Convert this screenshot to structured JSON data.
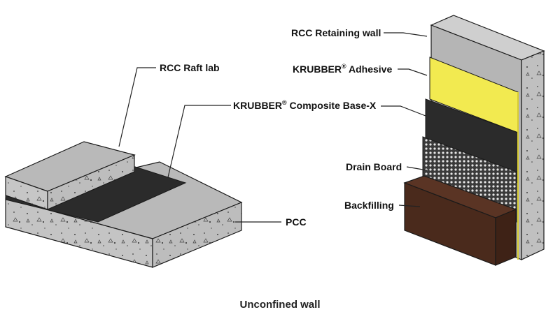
{
  "labels": {
    "raft": "RCC Raft lab",
    "base_brand": "KRUBBER",
    "base_reg": "®",
    "base_rest": " Composite Base-X",
    "pcc": "PCC",
    "wall": "RCC Retaining wall",
    "adhesive_brand": "KRUBBER",
    "adhesive_reg": "®",
    "adhesive_rest": " Adhesive",
    "drain": "Drain Board",
    "backfill": "Backfilling"
  },
  "caption": "Unconfined wall",
  "colors": {
    "concrete": "#b9b9b9",
    "concrete_light": "#c8c8c8",
    "membrane": "#2b2b2b",
    "adhesive": "#f2ea50",
    "backfill": "#4a2a1c",
    "outline": "#1a1a1a"
  }
}
